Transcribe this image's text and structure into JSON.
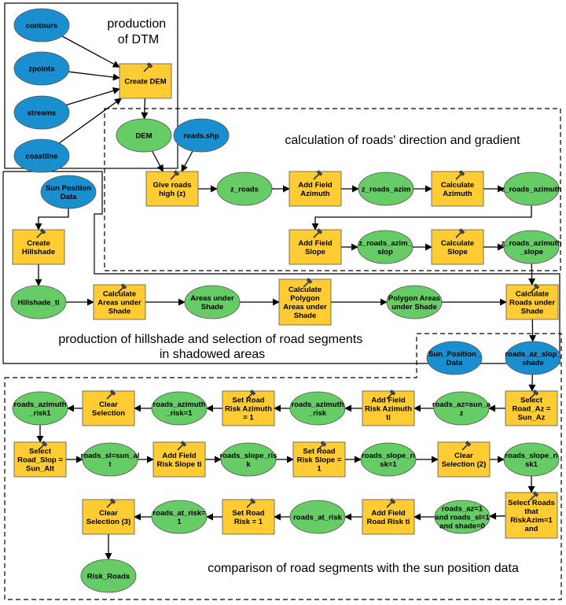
{
  "colors": {
    "input_fill": "#1a8fd0",
    "output_fill": "#66cc66",
    "process_fill": "#ffcc33",
    "edge": "#000000"
  },
  "regions": {
    "dtm": [
      "production",
      "of DTM"
    ],
    "direction": [
      "calculation of roads' direction and gradient"
    ],
    "hillshade": [
      "production of hillshade and selection of road segments",
      "in shadowed areas"
    ],
    "comparison": [
      "comparison of road segments with the sun position data"
    ]
  },
  "nodes": {
    "contours": {
      "type": "input",
      "icon": "",
      "lines": [
        "contours"
      ]
    },
    "zpoints": {
      "type": "input",
      "icon": "",
      "lines": [
        "zpoints"
      ]
    },
    "streams": {
      "type": "input",
      "icon": "",
      "lines": [
        "streams"
      ]
    },
    "coastline": {
      "type": "input",
      "icon": "",
      "lines": [
        "coastline"
      ]
    },
    "create_dem": {
      "type": "process",
      "icon": "hammer-icon",
      "lines": [
        "Create DEM"
      ]
    },
    "dem": {
      "type": "output",
      "icon": "",
      "lines": [
        "DEM"
      ]
    },
    "roads_shp": {
      "type": "input",
      "icon": "",
      "lines": [
        "roads.shp"
      ]
    },
    "give_roads_high": {
      "type": "process",
      "icon": "hammer-icon",
      "lines": [
        "Give roads",
        "high (z)"
      ]
    },
    "z_roads": {
      "type": "output",
      "icon": "",
      "lines": [
        "z_roads"
      ]
    },
    "add_field_azimuth": {
      "type": "process",
      "icon": "hammer-icon",
      "lines": [
        "Add Field",
        "Azimuth"
      ]
    },
    "z_roads_azim": {
      "type": "output",
      "icon": "",
      "lines": [
        "z_roads_azim"
      ]
    },
    "calculate_azimuth": {
      "type": "process",
      "icon": "hammer-icon",
      "lines": [
        "Calculate",
        "Azimuth"
      ]
    },
    "z_roads_azimuth": {
      "type": "output",
      "icon": "",
      "lines": [
        "z_roads_azimuth"
      ]
    },
    "add_field_slope": {
      "type": "process",
      "icon": "hammer-icon",
      "lines": [
        "Add Field",
        "Slope"
      ]
    },
    "z_roads_azim_slop": {
      "type": "output",
      "icon": "",
      "lines": [
        "z_roads_azim_",
        "slop"
      ]
    },
    "calculate_slope": {
      "type": "process",
      "icon": "hammer-icon",
      "lines": [
        "Calculate",
        "Slope"
      ]
    },
    "z_roads_azimuth_slope": {
      "type": "output",
      "icon": "",
      "lines": [
        "z_roads_azimuth",
        "_slope"
      ]
    },
    "sun_position_data_1": {
      "type": "input",
      "icon": "",
      "lines": [
        "Sun Position",
        "Data"
      ]
    },
    "create_hillshade": {
      "type": "process",
      "icon": "hammer-icon",
      "lines": [
        "Create",
        "Hillshade"
      ]
    },
    "hillshade_ti": {
      "type": "output",
      "icon": "",
      "lines": [
        "Hillshade_ti"
      ]
    },
    "calc_areas_under_shade": {
      "type": "process",
      "icon": "hammer-icon",
      "lines": [
        "Calculate",
        "Areas under",
        "Shade"
      ]
    },
    "areas_under_shade": {
      "type": "output",
      "icon": "",
      "lines": [
        "Areas under",
        "Shade"
      ]
    },
    "calc_polygon_areas": {
      "type": "process",
      "icon": "hammer-icon",
      "lines": [
        "Calculate",
        "Polygon",
        "Areas under",
        "Shade"
      ]
    },
    "polygon_areas_under_shade": {
      "type": "output",
      "icon": "",
      "lines": [
        "Polygon Areas",
        "under Shade"
      ]
    },
    "calc_roads_under_shade": {
      "type": "process",
      "icon": "hammer-icon",
      "lines": [
        "Calculate",
        "Roads under",
        "Shade"
      ]
    },
    "sun_position_data_2": {
      "type": "input",
      "icon": "",
      "lines": [
        "Sun_Position_",
        "Data"
      ]
    },
    "roads_az_slop_shade": {
      "type": "input",
      "icon": "",
      "lines": [
        "roads_az_slop_",
        "shade"
      ]
    },
    "select_road_az": {
      "type": "process",
      "icon": "hammer-icon",
      "lines": [
        "Select",
        "Road_Az =",
        "Sun_Az"
      ]
    },
    "roads_az_sun_az": {
      "type": "output",
      "icon": "",
      "lines": [
        "roads_az=sun_a",
        "z"
      ]
    },
    "add_field_risk_azimuth": {
      "type": "process",
      "icon": "hammer-icon",
      "lines": [
        "Add Field",
        "Risk Azimuth",
        "ti"
      ]
    },
    "roads_azimuth_risk": {
      "type": "output",
      "icon": "",
      "lines": [
        "roads_azimuth",
        "_risk"
      ]
    },
    "set_road_risk_azimuth": {
      "type": "process",
      "icon": "hammer-icon",
      "lines": [
        "Set Road",
        "Risk Azimuth",
        "= 1"
      ]
    },
    "roads_azimuth_risk_1": {
      "type": "output",
      "icon": "",
      "lines": [
        "roads_azimuth",
        "_risk=1"
      ]
    },
    "clear_selection_1": {
      "type": "process",
      "icon": "hammer-icon",
      "lines": [
        "Clear",
        "Selection"
      ]
    },
    "roads_azimuth_risk1": {
      "type": "output",
      "icon": "",
      "lines": [
        "roads_azimuth",
        "_risk1"
      ]
    },
    "select_road_slop": {
      "type": "process",
      "icon": "hammer-icon",
      "lines": [
        "Select",
        "Road_Slop =",
        "Sun_Alt"
      ]
    },
    "roads_sl_sun_alt": {
      "type": "output",
      "icon": "",
      "lines": [
        "roads_sl=sun_al",
        "t"
      ]
    },
    "add_field_risk_slope": {
      "type": "process",
      "icon": "hammer-icon",
      "lines": [
        "Add Field",
        "Risk Slope ti"
      ]
    },
    "roads_slope_risk": {
      "type": "output",
      "icon": "",
      "lines": [
        "roads_slope_ris",
        "k"
      ]
    },
    "set_road_risk_slope": {
      "type": "process",
      "icon": "hammer-icon",
      "lines": [
        "Set Road",
        "Risk Slope =",
        "1"
      ]
    },
    "roads_slope_risk_1": {
      "type": "output",
      "icon": "",
      "lines": [
        "roads_slope_ri",
        "sk=1"
      ]
    },
    "clear_selection_2": {
      "type": "process",
      "icon": "hammer-icon",
      "lines": [
        "Clear",
        "Selection (2)"
      ]
    },
    "roads_slope_risk1": {
      "type": "output",
      "icon": "",
      "lines": [
        "roads_slope_ri",
        "sk1"
      ]
    },
    "select_roads_riskazim": {
      "type": "process",
      "icon": "hammer-icon",
      "lines": [
        "Select Roads",
        "that",
        "RiskAzim=1",
        "and"
      ]
    },
    "roads_az_sl_shade": {
      "type": "output",
      "icon": "",
      "lines": [
        "roads_az=1",
        "and roads_sl=1",
        "and shade=0"
      ]
    },
    "add_field_road_risk": {
      "type": "process",
      "icon": "hammer-icon",
      "lines": [
        "Add Field",
        "Road Risk ti"
      ]
    },
    "roads_at_risk": {
      "type": "output",
      "icon": "",
      "lines": [
        "roads_at_risk"
      ]
    },
    "set_road_risk": {
      "type": "process",
      "icon": "hammer-icon",
      "lines": [
        "Set Road",
        "Risk = 1"
      ]
    },
    "roads_at_risk_1": {
      "type": "output",
      "icon": "",
      "lines": [
        "roads_at_risk=",
        "1"
      ]
    },
    "clear_selection_3": {
      "type": "process",
      "icon": "hammer-icon",
      "lines": [
        "Clear",
        "Selection (3)"
      ]
    },
    "risk_roads": {
      "type": "output",
      "icon": "",
      "lines": [
        "Risk_Roads"
      ]
    }
  }
}
